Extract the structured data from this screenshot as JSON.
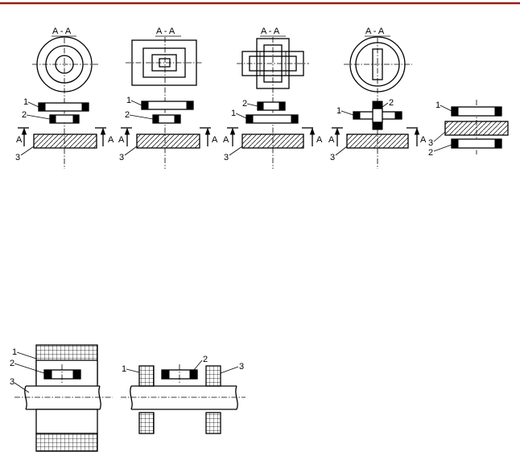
{
  "colors": {
    "header_rule": "#9c1b12",
    "ink": "#000000"
  },
  "section_label": "A - A",
  "arrow_label": "A",
  "labels": {
    "one": "1",
    "two": "2",
    "three": "3"
  }
}
